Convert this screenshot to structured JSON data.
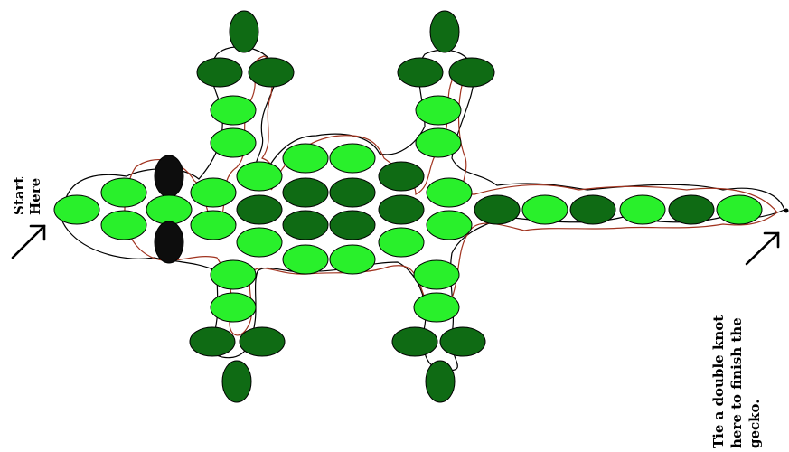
{
  "labels": {
    "start_line1": "Start",
    "start_line2": "Here",
    "finish_line1": "Tie a double knot",
    "finish_line2": "here to finish the",
    "finish_line3": "gecko."
  },
  "colors": {
    "light_green": "#29f02b",
    "dark_green": "#0f6b14",
    "black": "#0d0d0d",
    "thread_red": "#a0331f",
    "thread_black": "#000000"
  }
}
